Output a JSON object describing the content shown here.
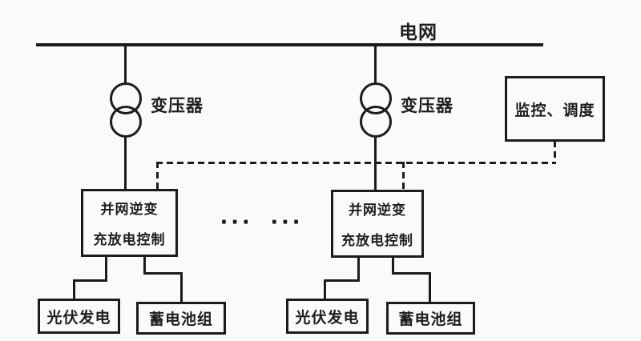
{
  "diagram": {
    "grid": {
      "label": "电网"
    },
    "monitor": {
      "label": "监控、调度"
    },
    "ellipsis": "··· ···",
    "units": [
      {
        "transformer_label": "变压器",
        "controller_line1": "并网逆变",
        "controller_line2": "充放电控制",
        "pv_label": "光伏发电",
        "battery_label": "蓄电池组"
      },
      {
        "transformer_label": "变压器",
        "controller_line1": "并网逆变",
        "controller_line2": "充放电控制",
        "pv_label": "光伏发电",
        "battery_label": "蓄电池组"
      }
    ]
  },
  "colors": {
    "line": "#1c1c1c",
    "background": "#fafaf8",
    "text": "#1e1e1e"
  }
}
